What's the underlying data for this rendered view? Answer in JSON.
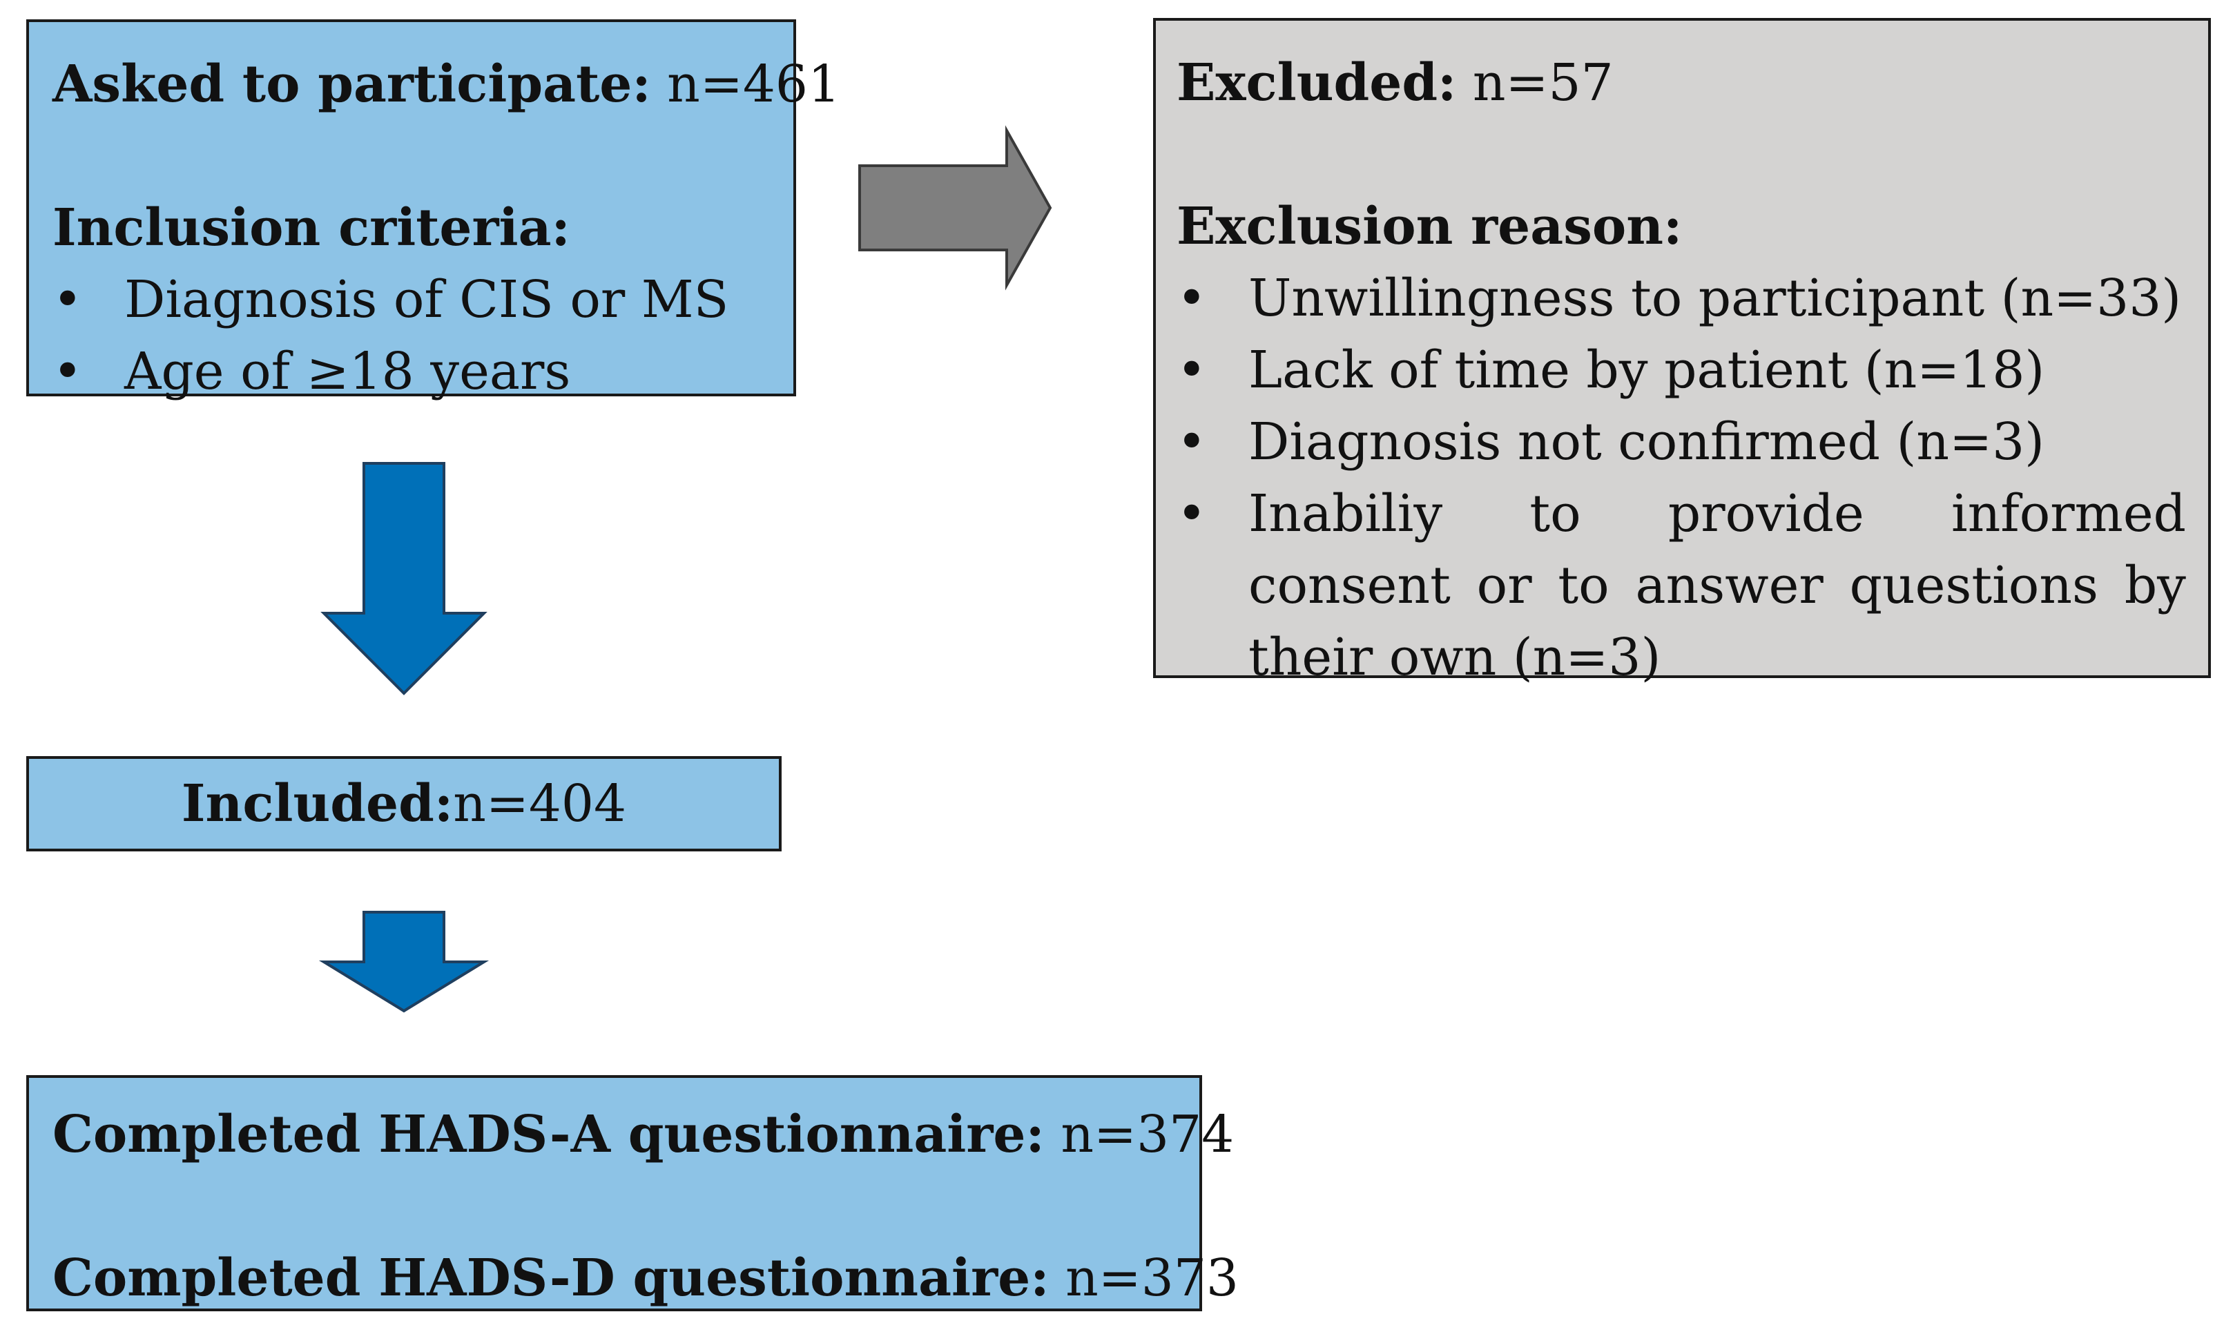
{
  "asked": {
    "label": "Asked to participate:",
    "value": " n=461",
    "criteria_label": "Inclusion criteria:",
    "criteria": [
      "Diagnosis of CIS or MS",
      "Age of ≥18 years"
    ]
  },
  "excluded": {
    "label": "Excluded:",
    "value": " n=57",
    "reason_label": "Exclusion reason:",
    "reasons": [
      "Unwillingness to participant (n=33)",
      "Lack of time by patient (n=18)",
      "Diagnosis not confirmed (n=3)",
      "Inabiliy to provide informed consent or to answer questions by their own (n=3)"
    ]
  },
  "included": {
    "label": "Included:",
    "value": " n=404"
  },
  "completed": {
    "hads_a_label": "Completed HADS-A questionnaire:",
    "hads_a_value": " n=374",
    "hads_d_label": "Completed HADS-D questionnaire:",
    "hads_d_value": " n=373"
  },
  "bullet_symbol": "•",
  "colors": {
    "box_blue": "#8dc3e6",
    "box_grey": "#d4d3d2",
    "arrow_blue": "#0070b8",
    "arrow_grey": "#7f7f7f"
  }
}
